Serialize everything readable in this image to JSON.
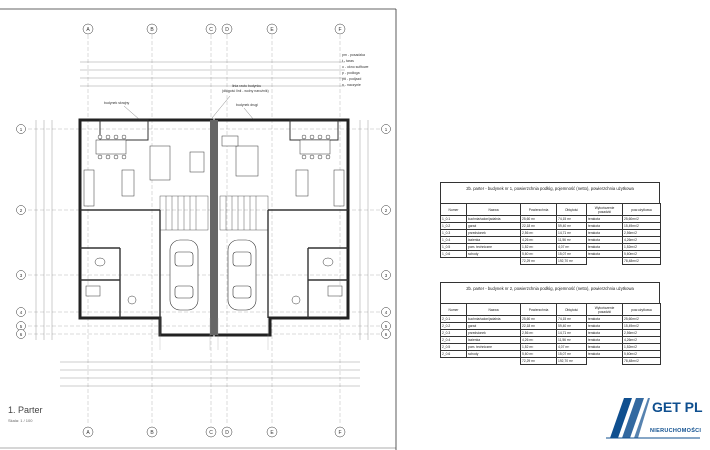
{
  "plan": {
    "title": "1. Parter",
    "scale": "Skala: 1 / 100",
    "axis_labels_top": [
      "A",
      "B",
      "C",
      "D",
      "E",
      "F"
    ],
    "axis_labels_side": [
      "1",
      "2",
      "3",
      "4",
      "5",
      "6"
    ],
    "notes": {
      "roof_line": "linia rzutu budynku",
      "roof_line_sub": "(długość linii - wolny narożnik)",
      "building_left": "budynek skrajny",
      "building_right": "budynek drugi"
    },
    "legend": [
      "pm - posadzka",
      "t - taras",
      "o - okno sufitowe",
      "p - podłoga",
      "pd - podjazd",
      "n - naczynie"
    ]
  },
  "tables": [
    {
      "header": "2b. parter - budynek nr 1, powierzchnia podłóg, pojemność (netto), powierzchnia użytkowa",
      "columns": [
        "Numer",
        "Nazwa",
        "Powierzchnia",
        "Obiętość",
        "Wykończenie posadzki",
        "pow.użytkowa"
      ],
      "rows": [
        [
          "1_0.1",
          "kuchnia/salon/jadalnia",
          "25,60 m²",
          "74,15 m³",
          "terakota",
          "25,60m²/2"
        ],
        [
          "1_0.2",
          "garaż",
          "22,18 m²",
          "59,40 m³",
          "terakota",
          "15,49m²/2"
        ],
        [
          "1_0.3",
          "przedsionek",
          "2,56 m²",
          "14,71 m³",
          "terakota",
          "2,56m²/2"
        ],
        [
          "1_0.4",
          "łazienka",
          "4,26 m²",
          "11,56 m³",
          "terakota",
          "4,26m²/2"
        ],
        [
          "1_0.5",
          "pom. techniczne",
          "1,52 m²",
          "4,07 m³",
          "terakota",
          "1,52m²/2"
        ],
        [
          "1_0.6",
          "schody",
          "5,60 m²",
          "15,07 m³",
          "terakota",
          "5,60m²/2"
        ]
      ],
      "totals": [
        "72,29 m²",
        "192,70 m³",
        "78,48m²/2"
      ]
    },
    {
      "header": "2b. parter - budynek nr 2, powierzchnia podłóg, pojemność (netto), powierzchnia użytkowa",
      "columns": [
        "Numer",
        "Nazwa",
        "Powierzchnia",
        "Obiętość",
        "Wykończenie posadzki",
        "pow.użytkowa"
      ],
      "rows": [
        [
          "2_0.1",
          "kuchnia/salon/jadalnia",
          "25,60 m²",
          "74,15 m³",
          "terakota",
          "25,60m²/2"
        ],
        [
          "2_0.2",
          "garaż",
          "22,18 m²",
          "59,40 m³",
          "terakota",
          "15,49m²/2"
        ],
        [
          "2_0.3",
          "przedsionek",
          "2,56 m²",
          "14,71 m³",
          "terakota",
          "2,56m²/2"
        ],
        [
          "2_0.4",
          "łazienka",
          "4,26 m²",
          "11,56 m³",
          "terakota",
          "4,26m²/2"
        ],
        [
          "2_0.5",
          "pom. techniczne",
          "1,52 m²",
          "4,07 m³",
          "terakota",
          "1,52m²/2"
        ],
        [
          "2_0.6",
          "schody",
          "5,60 m²",
          "15,07 m³",
          "terakota",
          "5,60m²/2"
        ]
      ],
      "totals": [
        "72,29 m²",
        "192,70 m³",
        "78,48m²/2"
      ]
    }
  ],
  "logo": {
    "name": "GET PL",
    "subtitle": "NIERUCHOMOŚCI",
    "color": "#0f4f8f"
  }
}
